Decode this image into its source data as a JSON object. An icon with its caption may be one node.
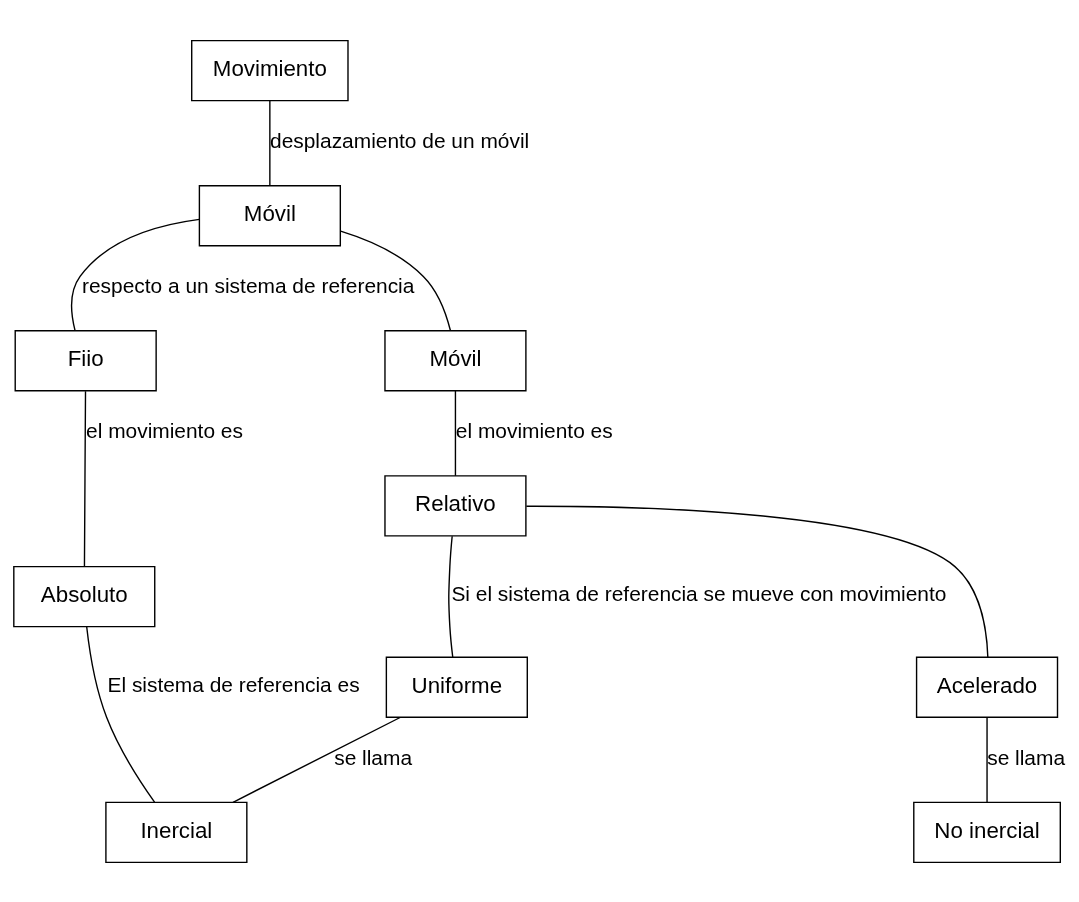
{
  "diagram": {
    "nodes": [
      {
        "text": [
          "Movimiento"
        ]
      },
      {
        "text": [
          "Móvil"
        ]
      },
      {
        "text": [
          "Fiio"
        ]
      },
      {
        "text": [
          "Móvil"
        ]
      },
      {
        "text": [
          "Absoluto"
        ]
      },
      {
        "text": [
          "Relativo"
        ]
      },
      {
        "text": [
          "Uniforme"
        ]
      },
      {
        "text": [
          "Acelerado"
        ]
      },
      {
        "text": [
          "Inercial"
        ]
      },
      {
        "text": [
          "No inercial"
        ]
      }
    ],
    "edges": [
      {
        "from": 0,
        "to": 1,
        "arrow": "none",
        "label": "desplazamiento de un móvil"
      },
      {
        "from": 1,
        "to": 2,
        "arrow": "none",
        "label": "respecto a un sistema de referencia"
      },
      {
        "from": 1,
        "to": 3,
        "arrow": "none"
      },
      {
        "from": 2,
        "to": 4,
        "arrow": "none",
        "label": "el movimiento es"
      },
      {
        "from": 3,
        "to": 5,
        "arrow": "none",
        "label": "el movimiento es"
      },
      {
        "from": 4,
        "to": 8,
        "arrow": "none",
        "label": "El sistema de referencia es"
      },
      {
        "from": 5,
        "to": 6,
        "arrow": "none",
        "label": "Si el sistema de referencia se mueve con movimiento"
      },
      {
        "from": 5,
        "to": 7,
        "arrow": "none"
      },
      {
        "from": 6,
        "to": 8,
        "arrow": "none",
        "label": "se llama"
      },
      {
        "from": 7,
        "to": 9,
        "arrow": "none",
        "label": "se llama"
      }
    ]
  }
}
